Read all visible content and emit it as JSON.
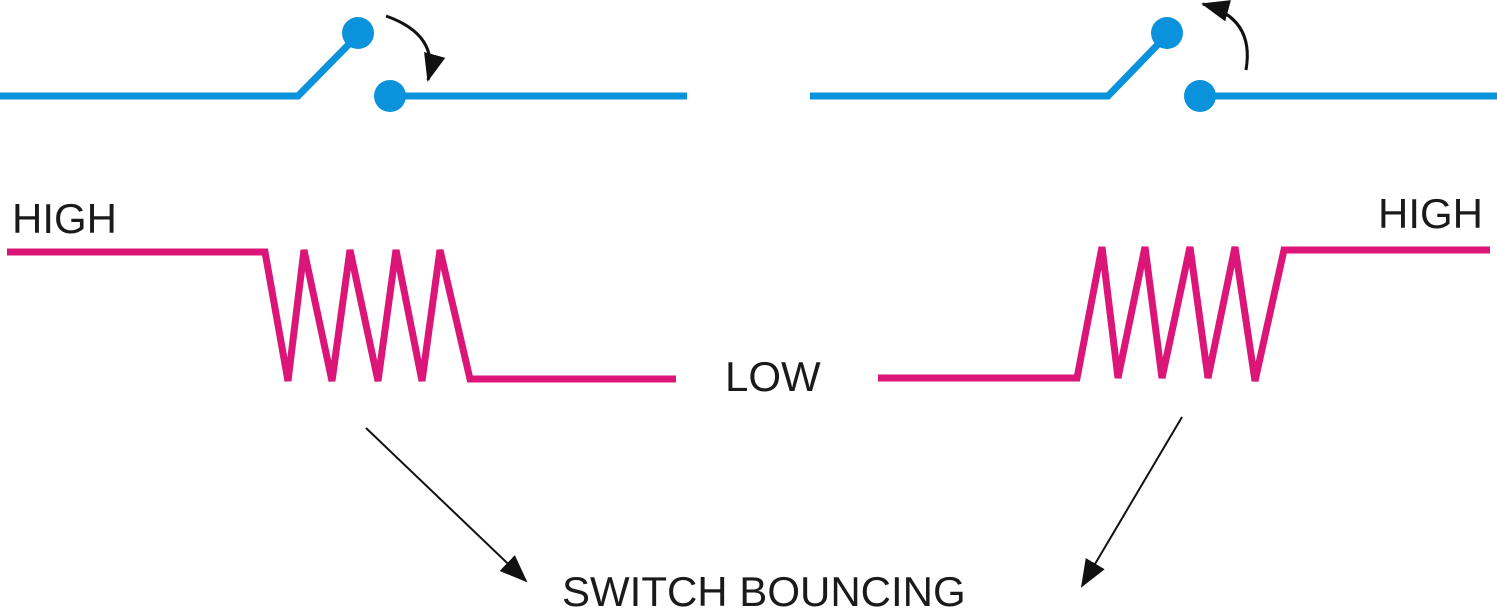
{
  "labels": {
    "high_left": "HIGH",
    "high_right": "HIGH",
    "low": "LOW",
    "switch_bouncing": "SWITCH BOUNCING"
  },
  "colors": {
    "wire": "#0a93dc",
    "signal": "#dc1578",
    "arrow": "#111111",
    "text": "#1a1a1a"
  },
  "switches": [
    {
      "name": "left-switch",
      "action": "closing"
    },
    {
      "name": "right-switch",
      "action": "opening"
    }
  ],
  "signals": [
    {
      "name": "falling-edge-signal",
      "from": "HIGH",
      "to": "LOW",
      "bounce_spikes": 4
    },
    {
      "name": "rising-edge-signal",
      "from": "LOW",
      "to": "HIGH",
      "bounce_spikes": 4
    }
  ]
}
